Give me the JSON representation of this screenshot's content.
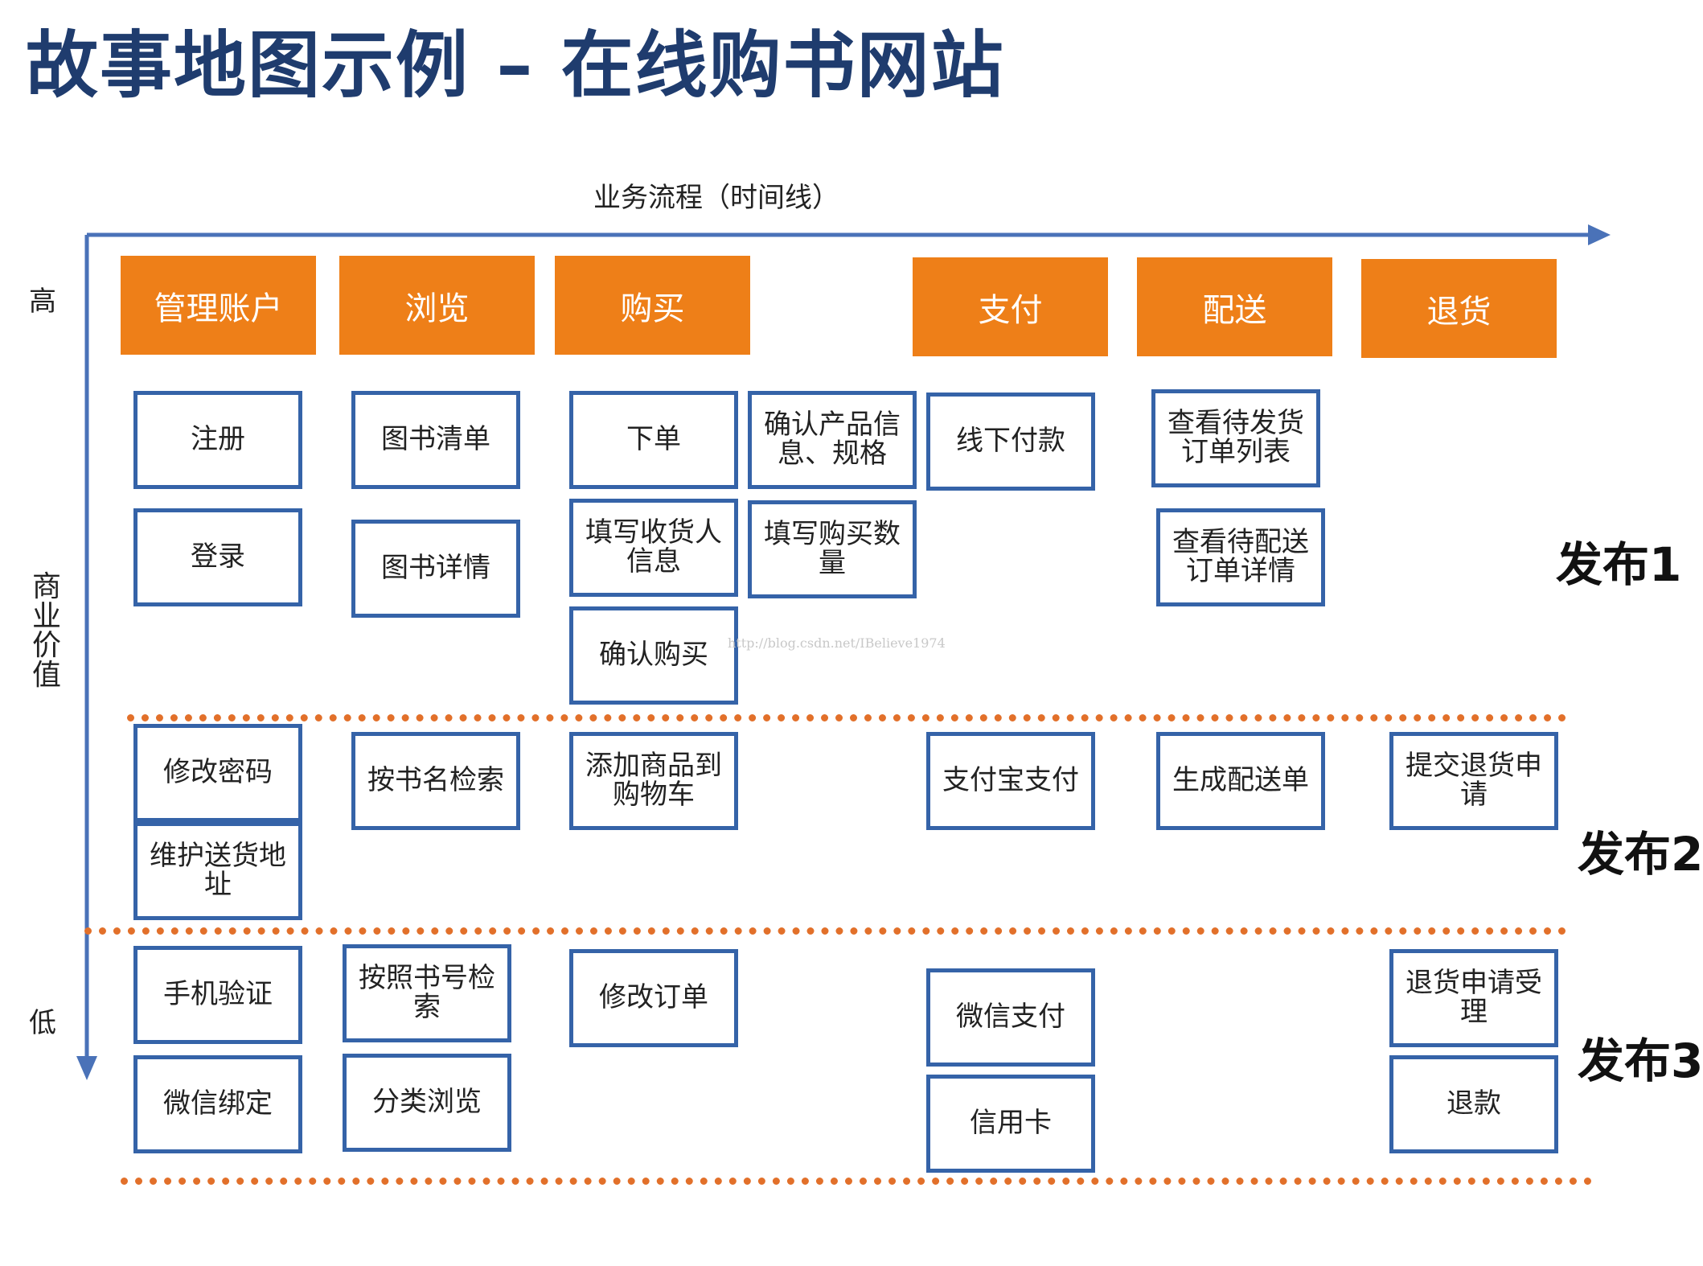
{
  "title": "故事地图示例 – 在线购书网站",
  "axis": {
    "x_label": "业务流程（时间线）",
    "y_high": "高",
    "y_low": "低",
    "y_label": "商业价值"
  },
  "activities": [
    "管理账户",
    "浏览",
    "购买",
    "支付",
    "配送",
    "退货"
  ],
  "stories": [
    "注册",
    "登录",
    "图书清单",
    "图书详情",
    "下单",
    "填写收货人信息",
    "确认购买",
    "确认产品信息、规格",
    "填写购买数量",
    "线下付款",
    "查看待发货订单列表",
    "查看待配送订单详情",
    "修改密码",
    "维护送货地址",
    "按书名检索",
    "添加商品到购物车",
    "支付宝支付",
    "生成配送单",
    "提交退货申请",
    "手机验证",
    "微信绑定",
    "按照书号检索",
    "分类浏览",
    "修改订单",
    "微信支付",
    "信用卡",
    "退货申请受理",
    "退款"
  ],
  "releases": [
    "发布1",
    "发布2",
    "发布3"
  ],
  "watermark": "http://blog.csdn.net/IBelieve1974",
  "colors": {
    "activity": "#ee7f18",
    "story_border": "#3563a8",
    "axis": "#4a72b8",
    "release_line": "#e2702a",
    "title": "#1f3c6e"
  }
}
